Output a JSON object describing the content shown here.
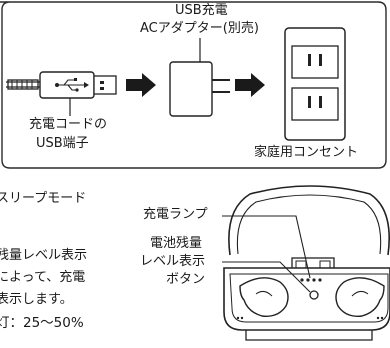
{
  "diagram": {
    "adapter_label_line1": "USB充電",
    "adapter_label_line2": "ACアダプター(別売)",
    "usb_label_line1": "充電コードの",
    "usb_label_line2": "USB端子",
    "outlet_label": "家庭用コンセント"
  },
  "body_text": {
    "line1": "スリープモード",
    "line2": "残量レベル表示",
    "line3": "によって、充電",
    "line4": "表示します。",
    "line5": "灯：25～50%"
  },
  "case_diagram": {
    "charge_lamp_label": "充電ランプ",
    "battery_button_line1": "電池残量",
    "battery_button_line2": "レベル表示",
    "battery_button_line3": "ボタン"
  }
}
